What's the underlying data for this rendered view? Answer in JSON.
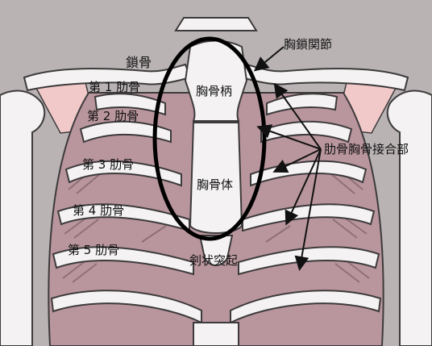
{
  "labels": {
    "sternoclavicular_joint": "胸鎖関節",
    "clavicle": "鎖骨",
    "rib1": "第 1 肋骨",
    "rib2": "第 2 肋骨",
    "rib3": "第 3 肋骨",
    "rib4": "第 4 肋骨",
    "rib5": "第 5 肋骨",
    "manubrium": "胸骨柄",
    "sternum_body": "胸骨体",
    "xiphoid": "剣状突起",
    "costosternal_joint": "肋骨胸骨接合部"
  },
  "colors": {
    "background": "#b9b3b4",
    "bone": "#f4f2f2",
    "outline": "#3d3a3b",
    "intercostal": "#b9969e",
    "cartilage_pink": "#f1c9c9",
    "highlight_ellipse": "#000000"
  }
}
